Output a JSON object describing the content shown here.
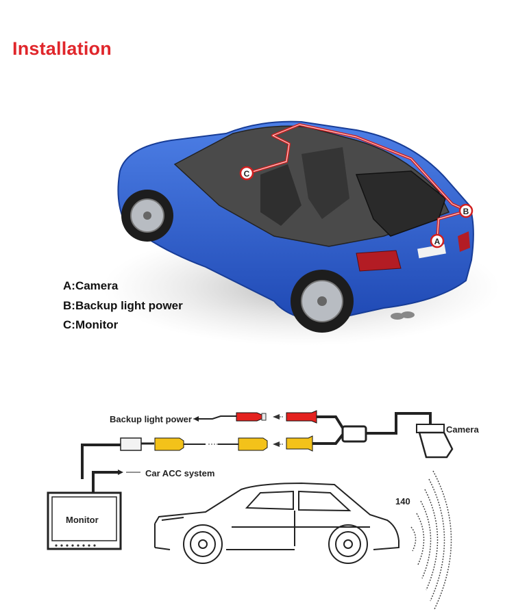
{
  "header": {
    "title": "Installation"
  },
  "car_markers": {
    "a": "A",
    "b": "B",
    "c": "C"
  },
  "legend": {
    "items": [
      "A:Camera",
      "B:Backup light power",
      "C:Monitor"
    ]
  },
  "wiring": {
    "backup_light_power": "Backup light power",
    "car_acc_system": "Car ACC system",
    "camera": "Camera",
    "monitor": "Monitor",
    "angle": "140"
  },
  "colors": {
    "title": "#e0262b",
    "car_body": "#2f63d6",
    "route_line": "#d11f1f",
    "rca_red": "#e4221f",
    "rca_yellow": "#f3c21a"
  }
}
